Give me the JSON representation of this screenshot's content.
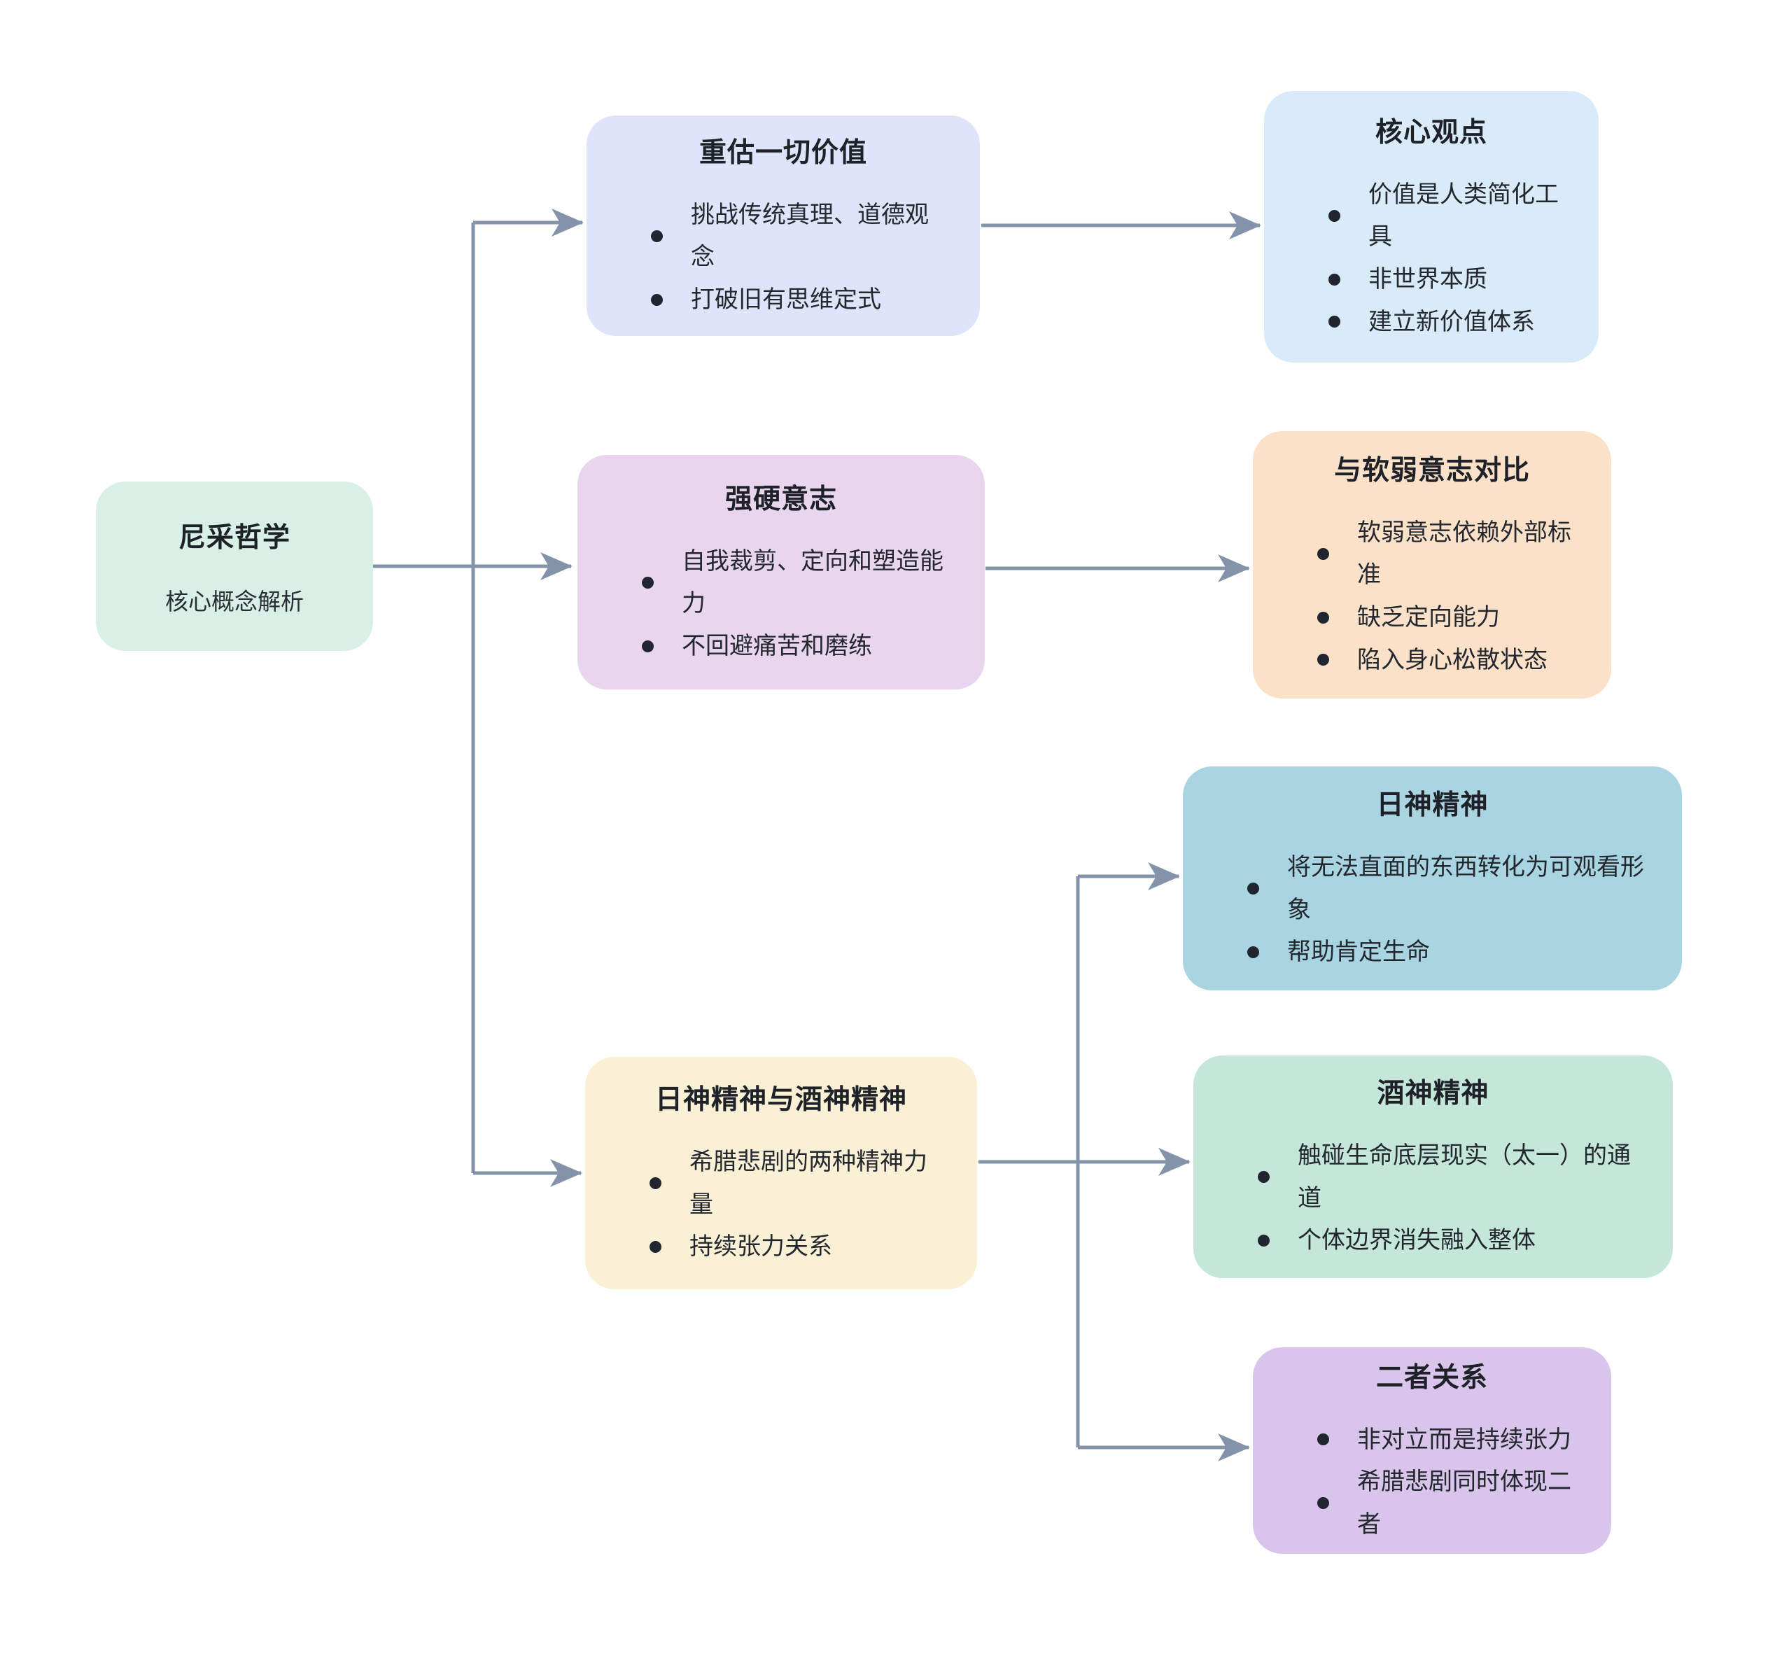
{
  "colors": {
    "arrow": "#8593aa",
    "background": "#ffffff",
    "title_text": "#1e2127",
    "bullet_text": "#23272e"
  },
  "boxes": {
    "root": {
      "title": "尼采哲学",
      "subtitle": "核心概念解析",
      "bg": "#d9f0e7"
    },
    "revalue": {
      "title": "重估一切价值",
      "bullets": [
        "挑战传统真理、道德观念",
        "打破旧有思维定式"
      ],
      "bg": "#dee4f9"
    },
    "core": {
      "title": "核心观点",
      "bullets": [
        "价值是人类简化工具",
        "非世界本质",
        "建立新价值体系"
      ],
      "bg": "#d9eaf8"
    },
    "strongwill": {
      "title": "强硬意志",
      "bullets": [
        "自我裁剪、定向和塑造能力",
        "不回避痛苦和磨练"
      ],
      "bg": "#e9d5ee"
    },
    "contrast": {
      "title": "与软弱意志对比",
      "bullets": [
        "软弱意志依赖外部标准",
        "缺乏定向能力",
        "陷入身心松散状态"
      ],
      "bg": "#fae1c8"
    },
    "apollo_dionysus": {
      "title": "日神精神与酒神精神",
      "bullets": [
        "希腊悲剧的两种精神力量",
        "持续张力关系"
      ],
      "bg": "#faf0d5"
    },
    "apollo": {
      "title": "日神精神",
      "bullets": [
        "将无法直面的东西转化为可观看形象",
        "帮助肯定生命"
      ],
      "bg": "#a9d4e2"
    },
    "dionysus": {
      "title": "酒神精神",
      "bullets": [
        "触碰生命底层现实（太一）的通道",
        "个体边界消失融入整体"
      ],
      "bg": "#c5e7da"
    },
    "relation": {
      "title": "二者关系",
      "bullets": [
        "非对立而是持续张力",
        "希腊悲剧同时体现二者"
      ],
      "bg": "#d9c4eb"
    }
  }
}
